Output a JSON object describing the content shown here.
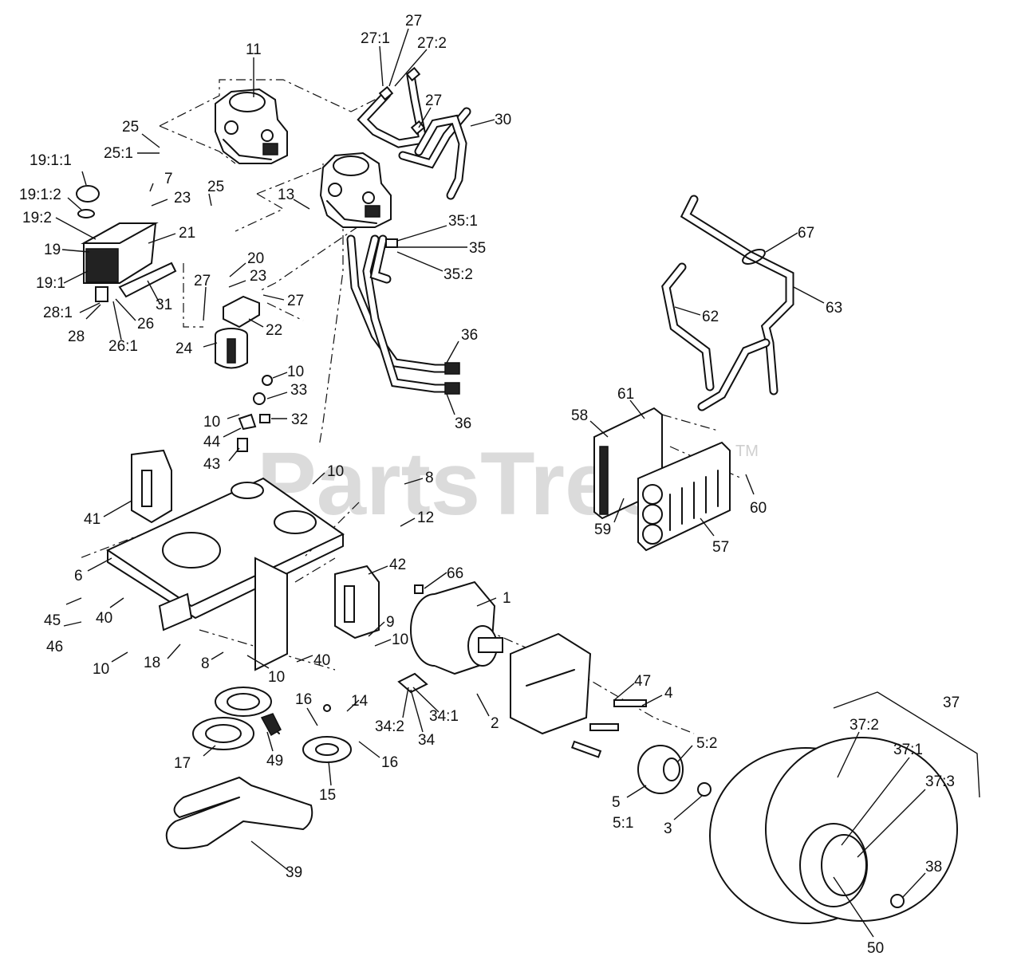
{
  "watermark": {
    "text": "PartsTree",
    "tm": "TM"
  },
  "labels": {
    "l11": "11",
    "l27a": "27",
    "l27_1": "27:1",
    "l27_2": "27:2",
    "l27b": "27",
    "l30": "30",
    "l25a": "25",
    "l25_1": "25:1",
    "l19_1_1": "19:1:1",
    "l7": "7",
    "l23a": "23",
    "l25b": "25",
    "l13": "13",
    "l19_1_2": "19:1:2",
    "l19_2": "19:2",
    "l21": "21",
    "l19": "19",
    "l19_1": "19:1",
    "l20": "20",
    "l23b": "23",
    "l27c": "27",
    "l27d": "27",
    "l31": "31",
    "l28_1": "28:1",
    "l28": "28",
    "l26": "26",
    "l26_1": "26:1",
    "l22": "22",
    "l24": "24",
    "l35_1": "35:1",
    "l35": "35",
    "l35_2": "35:2",
    "l67": "67",
    "l63": "63",
    "l62": "62",
    "l36a": "36",
    "l36b": "36",
    "l10a": "10",
    "l33": "33",
    "l10b": "10",
    "l32": "32",
    "l44": "44",
    "l43": "43",
    "l61": "61",
    "l58": "58",
    "l41": "41",
    "l10c": "10",
    "l8a": "8",
    "l60": "60",
    "l59": "59",
    "l12": "12",
    "l57": "57",
    "l6": "6",
    "l42": "42",
    "l66": "66",
    "l1": "1",
    "l45": "45",
    "l40a": "40",
    "l46": "46",
    "l9": "9",
    "l10d": "10",
    "l8b": "8",
    "l40b": "40",
    "l10e": "10",
    "l18": "18",
    "l10f": "10",
    "l47": "47",
    "l4": "4",
    "l37": "37",
    "l16a": "16",
    "l14": "14",
    "l34_2": "34:2",
    "l34_1": "34:1",
    "l34": "34",
    "l2": "2",
    "l37_2": "37:2",
    "l5_2": "5:2",
    "l37_1": "37:1",
    "l37_3": "37:3",
    "l17": "17",
    "l49": "49",
    "l16b": "16",
    "l15": "15",
    "l5": "5",
    "l5_1": "5:1",
    "l3": "3",
    "l38": "38",
    "l39": "39",
    "l50": "50"
  }
}
